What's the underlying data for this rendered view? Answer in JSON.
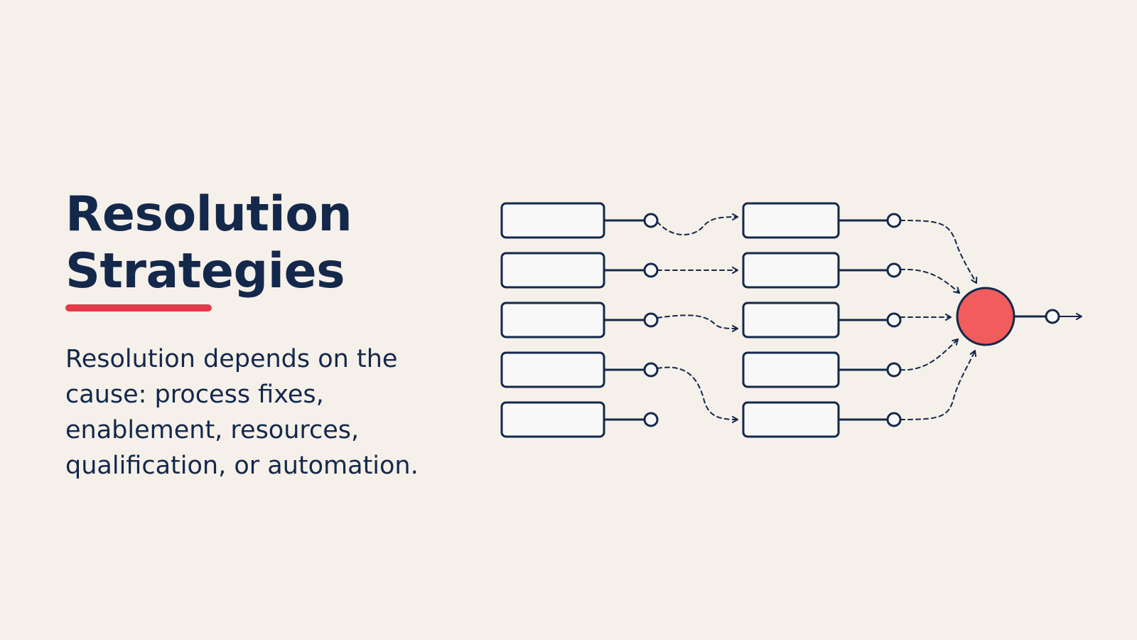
{
  "slide": {
    "title_line1": "Resolution",
    "title_line2": "Strategies",
    "body": "Resolution depends on the cause: process fixes, enablement, resources, qualification, or automation."
  },
  "colors": {
    "background": "#f5f0e9",
    "ink": "#14284b",
    "accent": "#e23a48",
    "hub_fill": "#f25c5c",
    "box_fill": "#f8f8f8"
  }
}
